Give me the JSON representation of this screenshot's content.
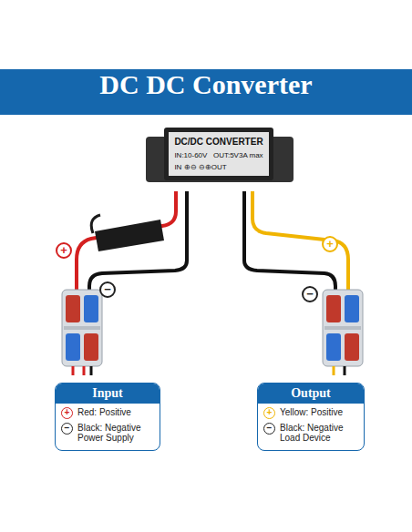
{
  "diagram": {
    "title": "DC DC Converter",
    "nodes": [
      {
        "text": [
          "DC/DC CONVERTER",
          "IN:10-60V",
          "OUT:5V3A max",
          "IN ⊕⊖ ⊖⊕OUT"
        ]
      },
      {
        "text": [
          "Input",
          "+",
          "Red: Positive",
          "−",
          "Black: Negative Power Supply"
        ]
      },
      {
        "text": [
          "Output",
          "+",
          "Yellow:  Positive",
          "−",
          "Black:  Negative Load Device"
        ]
      }
    ],
    "labels": [
      "+",
      "−",
      "+",
      "−"
    ]
  }
}
